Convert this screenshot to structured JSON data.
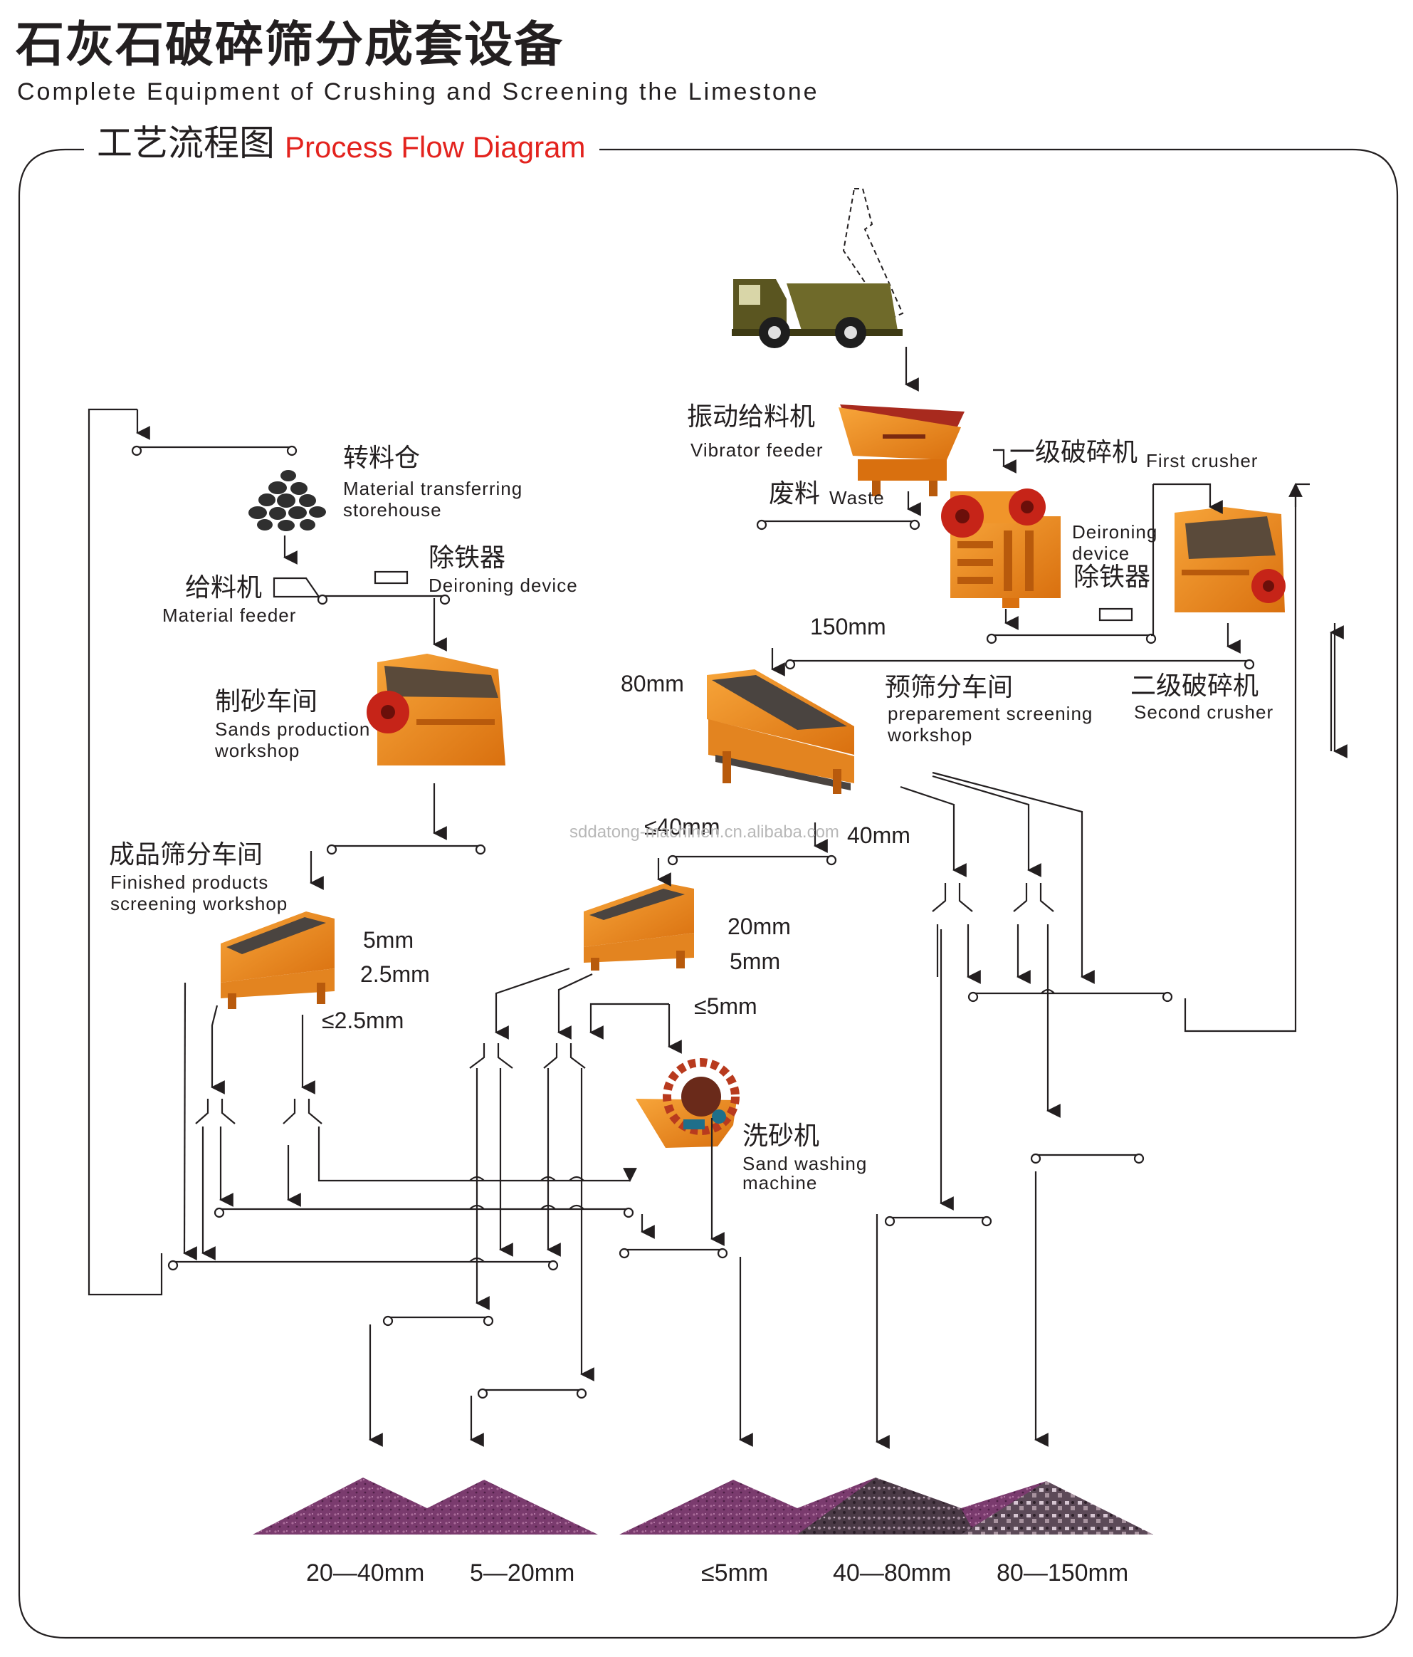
{
  "header": {
    "title_zh": "石灰石破碎筛分成套设备",
    "title_en": "Complete Equipment of Crushing and Screening the Limestone",
    "section_zh": "工艺流程图",
    "section_en": "Process Flow Diagram"
  },
  "labels": {
    "vibrator_feeder_zh": "振动给料机",
    "vibrator_feeder_en": "Vibrator feeder",
    "first_crusher_zh": "一级破碎机",
    "first_crusher_en": "First crusher",
    "waste_zh": "废料",
    "waste_en": "Waste",
    "deironing_right_en1": "Deironing",
    "deironing_right_en2": "device",
    "deironing_right_zh": "除铁器",
    "second_crusher_zh": "二级破碎机",
    "second_crusher_en": "Second crusher",
    "prescreen_zh": "预筛分车间",
    "prescreen_en1": "preparement screening",
    "prescreen_en2": "workshop",
    "storehouse_zh": "转料仓",
    "storehouse_en1": "Material transferring",
    "storehouse_en2": "storehouse",
    "material_feeder_zh": "给料机",
    "material_feeder_en": "Material feeder",
    "deironing_left_zh": "除铁器",
    "deironing_left_en": "Deironing device",
    "sand_workshop_zh": "制砂车间",
    "sand_workshop_en1": "Sands production",
    "sand_workshop_en2": "workshop",
    "finished_zh": "成品筛分车间",
    "finished_en1": "Finished products",
    "finished_en2": "screening workshop",
    "washer_zh": "洗砂机",
    "washer_en1": "Sand washing",
    "washer_en2": "machine"
  },
  "sizes": {
    "s150": "150mm",
    "s80": "80mm",
    "le40": "≤40mm",
    "s40": "40mm",
    "s20": "20mm",
    "s5a": "5mm",
    "le5": "≤5mm",
    "s5b": "5mm",
    "s25": "2.5mm",
    "le25": "≤2.5mm"
  },
  "watermark": "sddatong-machinen.cn.alibaba.com",
  "products": [
    "20—40mm",
    "5—20mm",
    "≤5mm",
    "40—80mm",
    "80—150mm"
  ],
  "colors": {
    "machine_orange": "#f08a1c",
    "machine_dark": "#b85a0c",
    "accent_red": "#e3231e",
    "truck_olive": "#6f6a2a",
    "pile_purple": "#7a3b6e"
  },
  "icons": [
    "dump-truck-icon",
    "vibrating-feeder-icon",
    "jaw-crusher-icon",
    "impact-crusher-icon",
    "vibrating-screen-icon",
    "sand-washer-icon",
    "stone-pile-icon",
    "magnet-icon",
    "chute-icon",
    "conveyor-icon"
  ]
}
